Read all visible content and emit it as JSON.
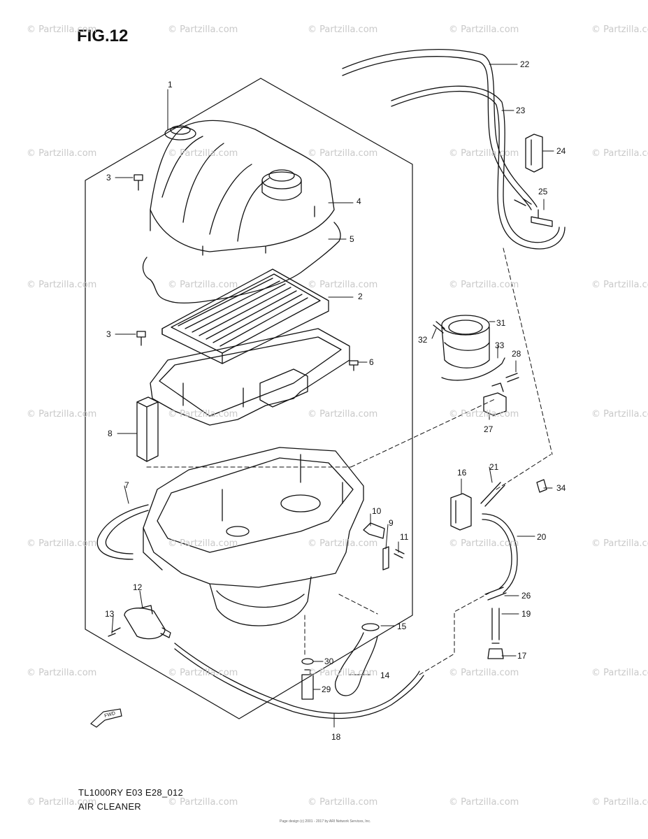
{
  "figure": {
    "title": "FIG.12",
    "model_code": "TL1000RY E03 E28_012",
    "assembly_name": "AIR CLEANER",
    "copyright": "Page design (c) 2001 - 2017 by ARI Network Services, Inc.",
    "watermark": "© Partzilla.com",
    "front_arrow_label": "FWD"
  },
  "callouts": [
    "1",
    "2",
    "3",
    "3",
    "4",
    "5",
    "6",
    "7",
    "8",
    "9",
    "10",
    "11",
    "12",
    "13",
    "14",
    "15",
    "16",
    "17",
    "18",
    "19",
    "20",
    "21",
    "22",
    "23",
    "24",
    "25",
    "26",
    "27",
    "28",
    "29",
    "30",
    "31",
    "32",
    "33",
    "34"
  ],
  "colors": {
    "ink": "#111111",
    "watermark": "#c9c9c9",
    "background": "#ffffff"
  }
}
